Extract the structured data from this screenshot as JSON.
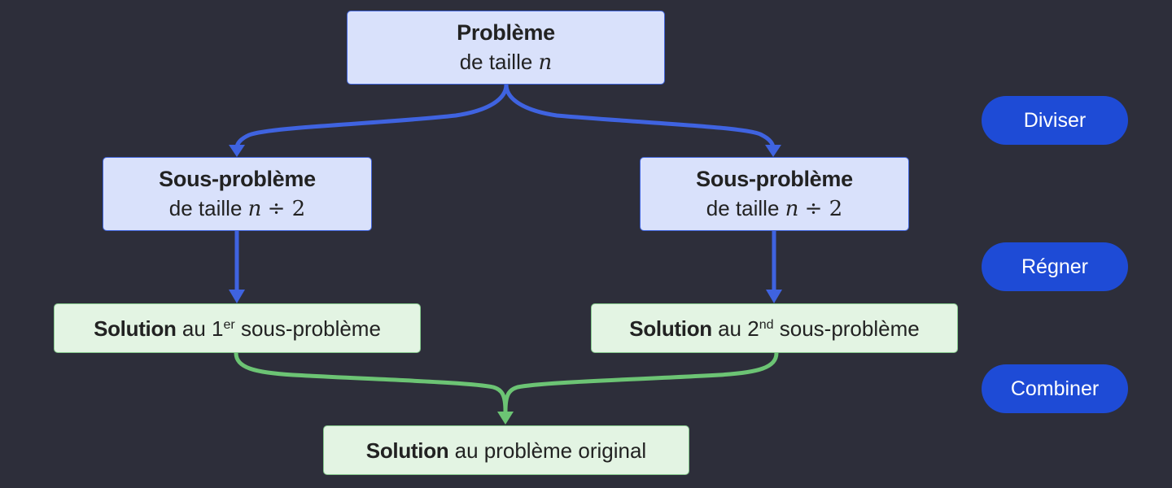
{
  "root": {
    "title": "Problème",
    "subtitle_prefix": "de taille",
    "subtitle_math": "n"
  },
  "left_sub": {
    "title": "Sous-problème",
    "subtitle_prefix": "de taille",
    "subtitle_math_var": "n",
    "subtitle_math_op": "÷ 2"
  },
  "right_sub": {
    "title": "Sous-problème",
    "subtitle_prefix": "de taille",
    "subtitle_math_var": "n",
    "subtitle_math_op": "÷ 2"
  },
  "left_solution": {
    "bold": "Solution",
    "pre": "au 1",
    "sup": "er",
    "post": "sous-problème"
  },
  "right_solution": {
    "bold": "Solution",
    "pre": "au 2",
    "sup": "nd",
    "post": "sous-problème"
  },
  "final_solution": {
    "bold": "Solution",
    "rest": "au problème original"
  },
  "phases": {
    "divide": "Diviser",
    "conquer": "Régner",
    "combine": "Combiner"
  },
  "colors": {
    "background": "#2d2e3a",
    "blue_arrow": "#3f63e0",
    "green_arrow": "#6cc474",
    "blue_box": "#d9e1fb",
    "green_box": "#e3f4e3",
    "phase_pill": "#1e4bd6"
  }
}
